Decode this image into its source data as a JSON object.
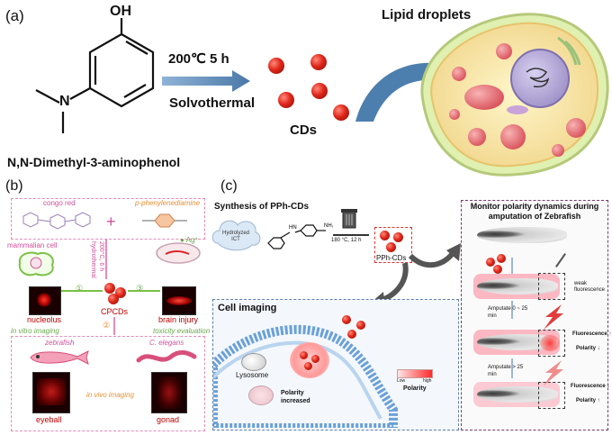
{
  "panel_a": {
    "label": "(a)",
    "oh": "OH",
    "n_atom": "N",
    "molecule_name": "N,N-Dimethyl-3-aminophenol",
    "condition_temp": "200℃  5 h",
    "condition_method": "Solvothermal",
    "product": "CDs",
    "target": "Lipid droplets"
  },
  "panel_b": {
    "label": "(b)",
    "congo_red": "congo red",
    "plus": "+",
    "p_phenylenediamine": "p-phenylenediamine",
    "ag": "● Ag⁺",
    "mammalian_cell": "mammalian cell",
    "hydrothermal": "hydrothermal",
    "hydro_condition": "200°C, 6 h",
    "circle_1": "①",
    "circle_2": "②",
    "circle_3": "③",
    "cpcds": "CPCDs",
    "nucleolus": "nucleolus",
    "brain_injury": "brain injury",
    "in_vitro": "in vitro imaging",
    "toxicity": "toxicity evaluation",
    "zebrafish": "zebrafish",
    "c_elegans": "C. elegans",
    "eyeball": "eyeball",
    "in_vivo": "in vivo imaging",
    "gonad": "gonad"
  },
  "panel_c": {
    "label": "(c)",
    "synthesis_title": "Synthesis of PPh-CDs",
    "hydrolyzed_ict": "Hydrolyzed ICT",
    "condition": "180 °C, 12 h",
    "pph_cds": "PPh-CDs",
    "cell_imaging": "Cell imaging",
    "lysosome": "Lysosome",
    "polarity_increased": "Polarity increased",
    "legend_low": "Low",
    "legend_high": "high",
    "legend_title": "Polarity",
    "monitor_title": "Monitor polarity dynamics during amputation of Zebrafish",
    "weak_fluorescence": "weak fluorescence",
    "amputate_1": "Amputate 0 ~ 25 min",
    "amputate_2": "Amputate > 25 min",
    "fluorescence_up": "Fluorescence ↑",
    "polarity_down": "Polarity ↓",
    "fluorescence_down": "Fluorescence ↓",
    "polarity_up": "Polarity ↑"
  }
}
